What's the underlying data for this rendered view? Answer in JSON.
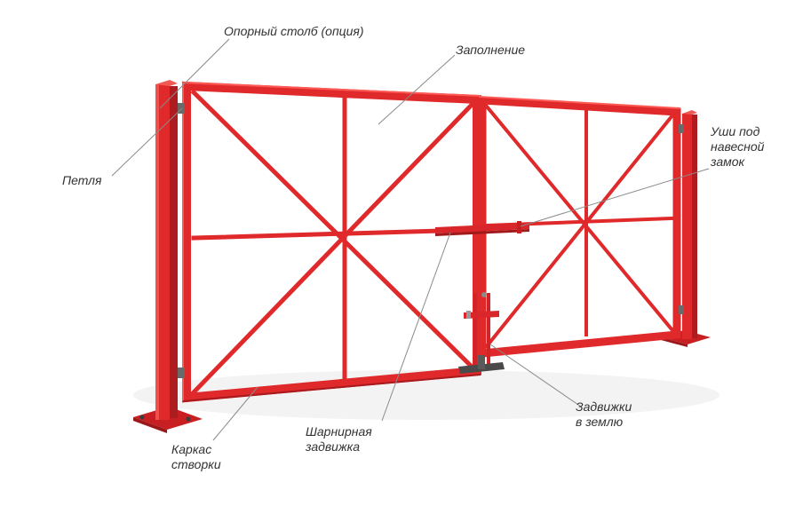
{
  "colors": {
    "frame": "#e0292b",
    "frame_dark": "#b81d20",
    "frame_light": "#ff4b48",
    "hardware": "#5a5a5a",
    "leader_line": "#8a8a8a",
    "text": "#333333"
  },
  "labels": {
    "support_post": "Опорный столб (опция)",
    "filling": "Заполнение",
    "hinge": "Петля",
    "padlock_ears": "Уши под\nнавесной\nзамок",
    "ground_bolts": "Задвижки\nв землю",
    "hinged_bolt": "Шарнирная\nзадвижка",
    "leaf_frame": "Каркас\nстворки"
  }
}
